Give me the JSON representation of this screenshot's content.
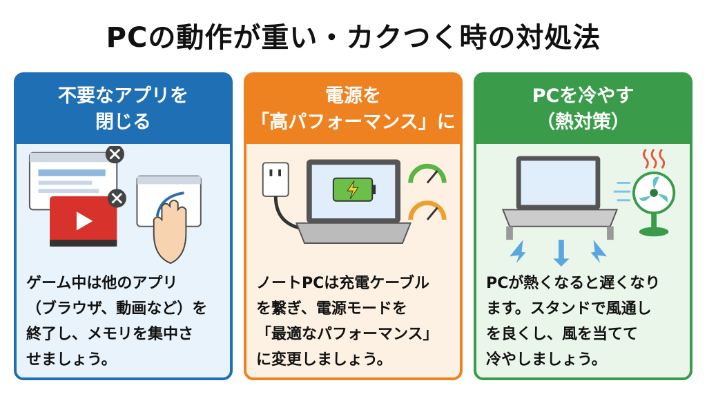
{
  "title": "PCの動作が重い・カクつく時の対処法",
  "cards": [
    {
      "heading": [
        "不要なアプリを",
        "閉じる"
      ],
      "body": [
        "ゲーム中は他のアプリ",
        "（ブラウザ、動画など）を",
        "終了し、メモリを集中さ",
        "せましょう。"
      ],
      "color": "#1f6fb5"
    },
    {
      "heading": [
        "電源を",
        "「高パフォーマンス」に"
      ],
      "body": [
        "ノートPCは充電ケーブル",
        "を繋ぎ、電源モードを",
        "「最適なパフォーマンス」",
        "に変更しましょう。"
      ],
      "color": "#ee8220"
    },
    {
      "heading": [
        "PCを冷やす",
        "（熱対策）"
      ],
      "body": [
        "PCが熱くなると遅くなり",
        "ます。スタンドで風通し",
        "を良くし、風を当てて",
        "冷やしましょう。"
      ],
      "color": "#3a9c4a"
    }
  ]
}
